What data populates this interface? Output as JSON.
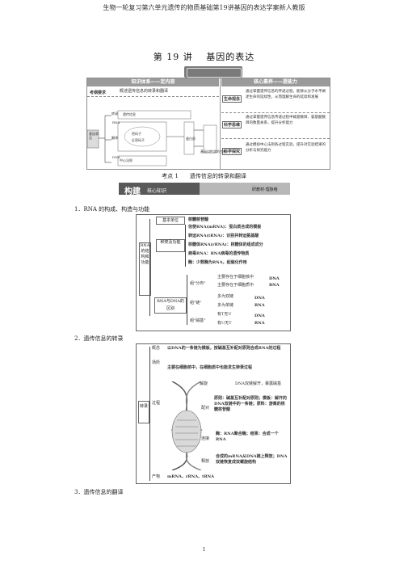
{
  "header": "生物一轮复习第六单元遗传的物质基础第19讲基因的表达学案新人教版",
  "title": "第 19 讲　 基因的表达",
  "banner_text": "",
  "table": {
    "col1": "知识体系——定内容",
    "col2": "核心素养——提能力",
    "left_row_label": "考纲要求",
    "left_row_text": "概述遗传信息的转录和翻译",
    "left_nodes": [
      "基因表达",
      "转录",
      "翻译",
      "遗传信息",
      "密码子",
      "反密码子",
      "RNA",
      "DNA",
      "蛋白质",
      "中心法则",
      "基因对性状的控制"
    ],
    "core": [
      {
        "label": "生命观念",
        "text": "通过掌握遗传信息的传递过程，能够从分子水平阐述生命的延续性，从而理解生命的延续和发展"
      },
      {
        "label": "科学思维",
        "text": "通过掌握遗传信息传递过程中碱基数目、氨基酸数目的数量关系，提升分析能力"
      },
      {
        "label": "科学探究",
        "text": "通过模拟中心法则各过程实验，提升对实验结果的分析与探究能力"
      }
    ]
  },
  "kaodian": "考点 1　　遗传信息的转录和翻译",
  "goujian": {
    "main": "构建",
    "sub": "核心知识",
    "right": "研教材·理脉络"
  },
  "sec1": "1．RNA 的构成、构造与功能",
  "sec2": "2．遗传信息的转录",
  "sec3": "3．遗传信息的翻译",
  "d1": {
    "root": "RNA的结构和功能",
    "unit_label": "基本单位",
    "unit": "核糖核苷酸",
    "types_label": "种类及功能",
    "types": [
      "信使RNA(mRNA)：蛋白质合成的模板",
      "转运RNA(tRNA)：识别并转运氨基酸",
      "核糖体RNA(rRNA)：核糖体的组成成分",
      "病毒RNA：RNA病毒的遗传物质",
      "酶：少数酶为RNA，起催化作用"
    ],
    "diff_label": "RNA与DNA的区别",
    "diff": [
      {
        "k": "组\"分布\"",
        "a": "主要存在于细胞核中",
        "b": "主要存在于细胞质中",
        "r": [
          "DNA",
          "RNA"
        ]
      },
      {
        "k": "组\"链\"",
        "a": "多为双链",
        "b": "多为单链",
        "r": [
          "DNA",
          "RNA"
        ]
      },
      {
        "k": "组\"碱基\"",
        "a": "有T无U",
        "b": "有U无T",
        "r": [
          "DNA",
          "RNA"
        ]
      }
    ]
  },
  "d2": {
    "root": "转录",
    "concept_label": "概念",
    "concept": "以DNA的一条链为模板，按碱基互补配对原则合成RNA的过程",
    "place_label": "场所",
    "place": "主要在细胞核中，在细胞质中也能发生转录过程",
    "process_label": "过程",
    "steps": [
      {
        "k": "解旋",
        "v": "DNA双链解开，暴露碱基"
      },
      {
        "k": "配对",
        "v": "原则：碱基互补配对原则；模板：解开的DNA双链中的一条链；原料：游离的核糖核苷酸"
      },
      {
        "k": "连接",
        "v": "酶：RNA聚合酶；结果：合成一个RNA"
      },
      {
        "k": "释放",
        "v": "合成的mRNA从DNA链上释放；DNA双链恢复成双螺旋结构"
      }
    ],
    "product_label": "产物",
    "product": "mRNA、rRNA、tRNA"
  },
  "page_number": "1"
}
